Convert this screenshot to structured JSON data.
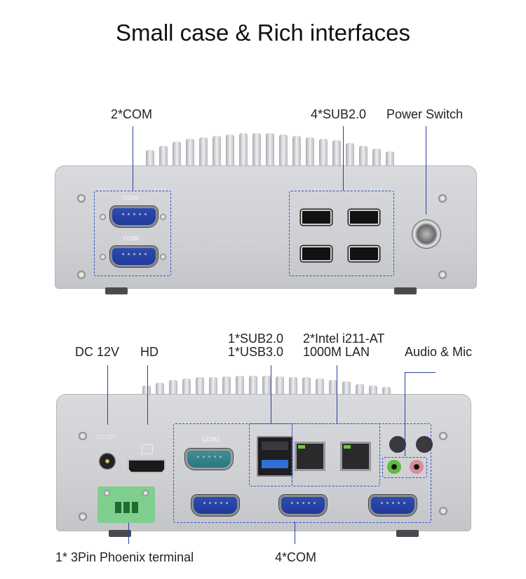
{
  "title": "Small case & Rich interfaces",
  "front_panel": {
    "labels": {
      "com": "2*COM",
      "usb": "4*SUB2.0",
      "power": "Power Switch"
    },
    "port_silkscreen": [
      "COM5",
      "COM6"
    ]
  },
  "rear_panel": {
    "labels": {
      "dc": "DC 12V",
      "hd": "HD",
      "usb_line1": "1*SUB2.0",
      "usb_line2": "1*USB3.0",
      "lan_line1": "2*Intel i211-AT",
      "lan_line2": "1000M LAN",
      "audio": "Audio & Mic",
      "phoenix": "1* 3Pin Phoenix terminal",
      "com": "4*COM"
    },
    "port_silkscreen": {
      "dc": "DC 12V",
      "com1": "COM1"
    }
  },
  "colors": {
    "callout_line": "#2a3f9a",
    "dashed_box": "#3050c8",
    "serial_blue": "#1f3a9a",
    "serial_teal": "#2c7680",
    "phoenix_green": "#7fcf8e",
    "audio_green": "#5dbb3e",
    "mic_pink": "#d98c9a"
  }
}
